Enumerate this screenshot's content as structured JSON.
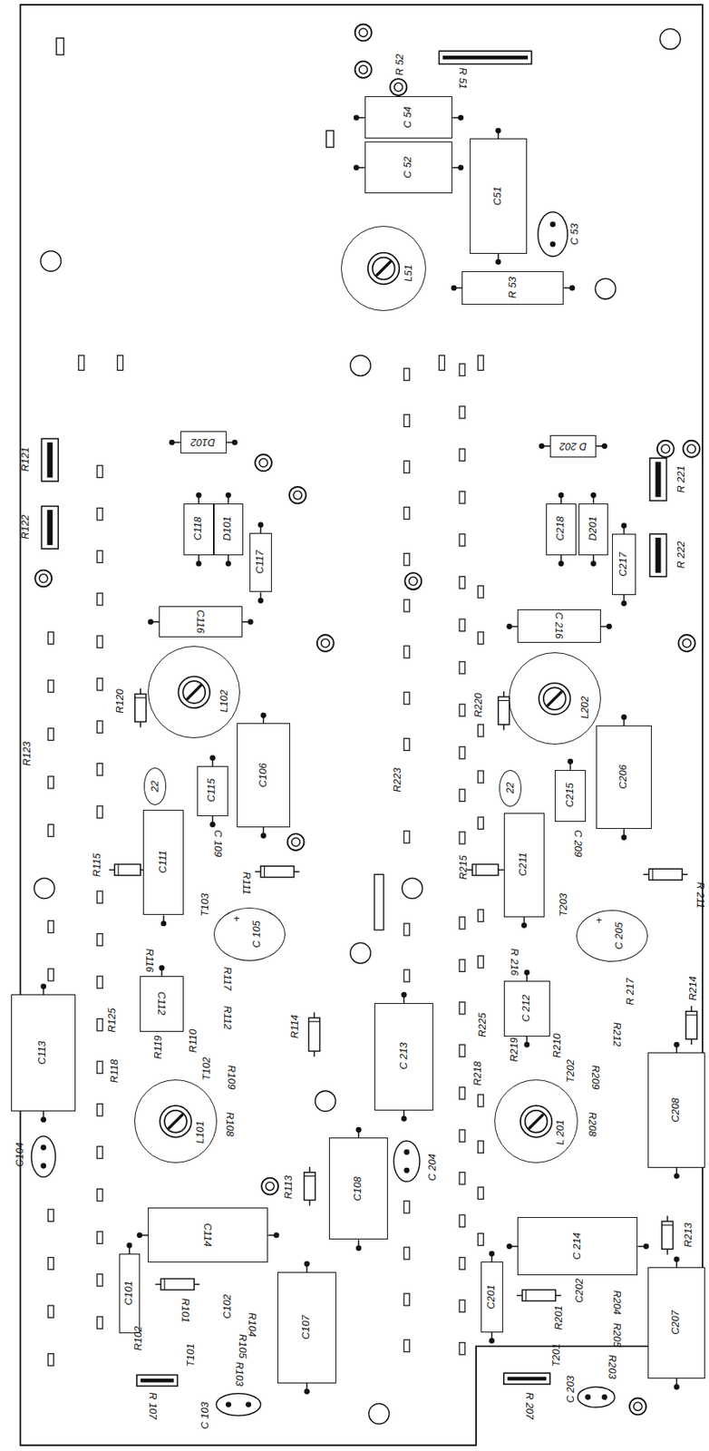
{
  "diagram": {
    "nodes": [
      {
        "text": [
          "C 54"
        ]
      },
      {
        "text": [
          "C 52"
        ]
      },
      {
        "text": [
          "C51"
        ]
      },
      {
        "text": [
          "L51"
        ]
      },
      {
        "text": [
          "R 53"
        ]
      },
      {
        "text": [
          "D102"
        ]
      },
      {
        "text": [
          "C118"
        ]
      },
      {
        "text": [
          "D101"
        ]
      },
      {
        "text": [
          "C117"
        ]
      },
      {
        "text": [
          "C116"
        ]
      },
      {
        "text": [
          "L102"
        ]
      },
      {
        "text": [
          "C106"
        ]
      },
      {
        "text": [
          "C115"
        ]
      },
      {
        "text": [
          "22"
        ]
      },
      {
        "text": [
          "C111"
        ]
      },
      {
        "text": [
          "C 105",
          "+"
        ]
      },
      {
        "text": [
          "C112"
        ]
      },
      {
        "text": [
          "C113"
        ]
      },
      {
        "text": [
          "L101"
        ]
      },
      {
        "text": [
          "C108"
        ]
      },
      {
        "text": [
          "C 213"
        ]
      },
      {
        "text": [
          "C114"
        ]
      },
      {
        "text": [
          "C101"
        ]
      },
      {
        "text": [
          "C107"
        ]
      },
      {
        "text": [
          "D 202"
        ]
      },
      {
        "text": [
          "C218"
        ]
      },
      {
        "text": [
          "D201"
        ]
      },
      {
        "text": [
          "C217"
        ]
      },
      {
        "text": [
          "C 216"
        ]
      },
      {
        "text": [
          "L202"
        ]
      },
      {
        "text": [
          "C206"
        ]
      },
      {
        "text": [
          "C215"
        ]
      },
      {
        "text": [
          "22"
        ]
      },
      {
        "text": [
          "C211"
        ]
      },
      {
        "text": [
          "C 205",
          "+"
        ]
      },
      {
        "text": [
          "C 212"
        ]
      },
      {
        "text": [
          "L 201"
        ]
      },
      {
        "text": [
          "C208"
        ]
      },
      {
        "text": [
          "C 214"
        ]
      },
      {
        "text": [
          "C201"
        ]
      },
      {
        "text": [
          "C207"
        ]
      }
    ],
    "labels": [
      "R 52",
      "R 51",
      "C 53",
      "R121",
      "R122",
      "R123",
      "R120",
      "C 109",
      "R115",
      "T103",
      "R111",
      "R116",
      "R117",
      "R125",
      "R119",
      "R110",
      "R112",
      "R114",
      "R118",
      "R109",
      "T102",
      "R108",
      "C104",
      "R113",
      "C 204",
      "R101",
      "R102",
      "C102",
      "R104",
      "R105",
      "T101",
      "R103",
      "R 107",
      "C 103",
      "R223",
      "R 221",
      "R 222",
      "R220",
      "C 209",
      "R215",
      "T203",
      "R 211",
      "R 216",
      "R 217",
      "R225",
      "R219",
      "R210",
      "R212",
      "R214",
      "R218",
      "R209",
      "T202",
      "R208",
      "R213",
      "C202",
      "R201",
      "R204",
      "R205",
      "T201",
      "R203",
      "R 207",
      "C 203"
    ]
  }
}
